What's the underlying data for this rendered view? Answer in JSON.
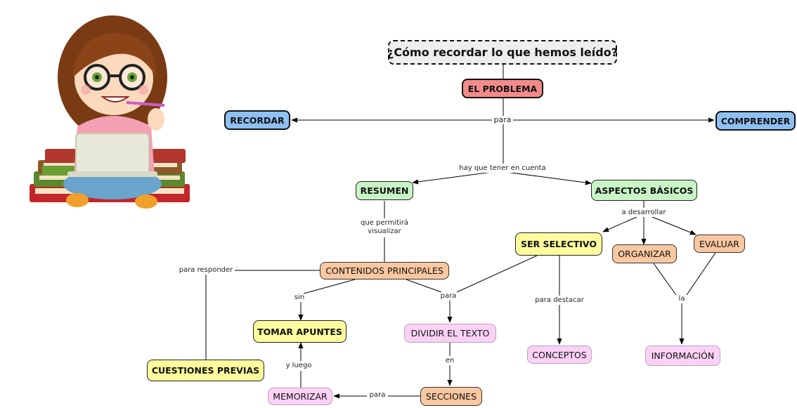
{
  "title": "¿Cómo recordar lo que hemos leído?",
  "nodes": {
    "problema": "EL PROBLEMA",
    "recordar": "RECORDAR",
    "comprender": "COMPRENDER",
    "resumen": "RESUMEN",
    "aspectos": "ASPECTOS BÁSICOS",
    "ser_selectivo": "SER SELECTIVO",
    "organizar": "ORGANIZAR",
    "evaluar": "EVALUAR",
    "contenidos": "CONTENIDOS PRINCIPALES",
    "tomar_apuntes": "TOMAR APUNTES",
    "dividir": "DIVIDIR EL TEXTO",
    "conceptos": "CONCEPTOS",
    "informacion": "INFORMACIÓN",
    "cuestiones": "CUESTIONES PREVIAS",
    "memorizar": "MEMORIZAR",
    "secciones": "SECCIONES"
  },
  "links": {
    "para": "para",
    "hay_que": "hay que tener en cuenta",
    "que_permitira_1": "que permitirá",
    "que_permitira_2": "visualizar",
    "a_desarrollar": "a desarrollar",
    "para_responder": "para responder",
    "sin": "sin",
    "para_2": "para",
    "para_destacar": "para destacar",
    "la": "la",
    "en": "en",
    "y_luego": "y luego",
    "para_3": "para"
  },
  "colors": {
    "blue": "#8fc0f2",
    "red": "#f48b8b",
    "green": "#c9f5c6",
    "yellow": "#fcfb9e",
    "orange": "#f9c8a0",
    "pink": "#fbd2f6"
  },
  "icons": {
    "illustration": "girl-reading-on-books-illustration"
  }
}
